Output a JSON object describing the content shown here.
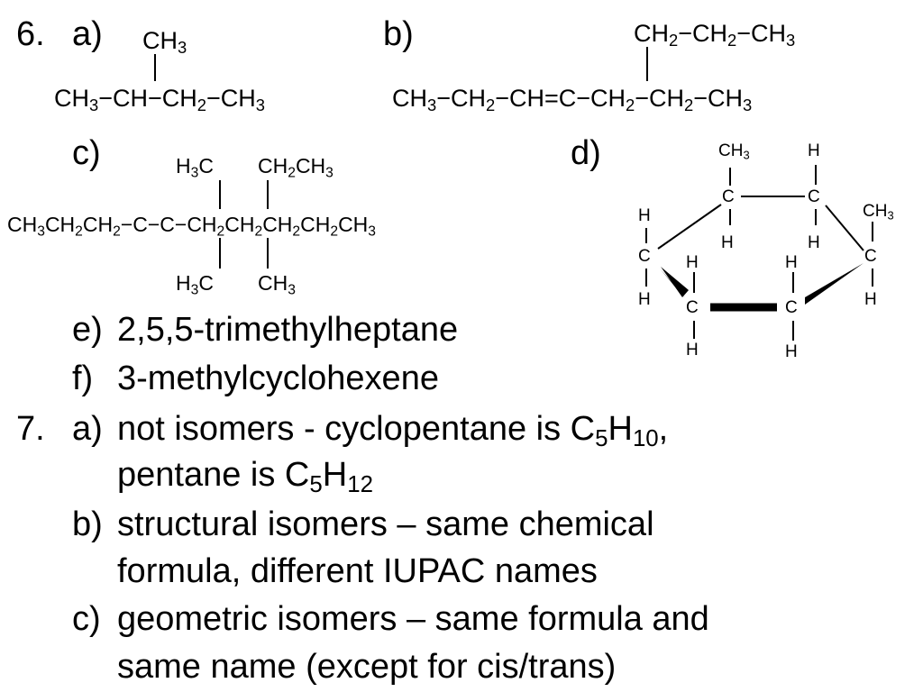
{
  "q6": {
    "number": "6.",
    "a": {
      "label": "a)",
      "branch": [
        "CH",
        "3"
      ],
      "chain": [
        "CH",
        "3",
        "−CH−CH",
        "2",
        "−CH",
        "3"
      ]
    },
    "b": {
      "label": "b)",
      "branch": [
        "CH",
        "2",
        "−CH",
        "2",
        "−CH",
        "3"
      ],
      "chain": [
        "CH",
        "3",
        "−CH",
        "2",
        "−CH=C−CH",
        "2",
        "−CH",
        "2",
        "−CH",
        "3"
      ]
    },
    "c": {
      "label": "c)",
      "top_left": [
        "H",
        "3",
        "C"
      ],
      "top_right": [
        "CH",
        "2",
        "CH",
        "3"
      ],
      "chain": [
        "CH",
        "3",
        "CH",
        "2",
        "CH",
        "2",
        "−C−C−CH",
        "2",
        "CH",
        "2",
        "CH",
        "2",
        "CH",
        "2",
        "CH",
        "3"
      ],
      "bottom_left": [
        "H",
        "3",
        "C"
      ],
      "bottom_right": [
        "CH",
        "3"
      ]
    },
    "d": {
      "label": "d)",
      "methyl": [
        "CH",
        "3"
      ],
      "atom_C": "C",
      "atom_H": "H"
    },
    "e": {
      "label": "e)",
      "text": "2,5,5-trimethylheptane"
    },
    "f": {
      "label": "f)",
      "text": "3-methylcyclohexene"
    }
  },
  "q7": {
    "number": "7.",
    "a": {
      "label": "a)",
      "line1": [
        "not isomers - cyclopentane is C",
        "5",
        "H",
        "10",
        ","
      ],
      "line2": [
        "pentane is C",
        "5",
        "H",
        "12"
      ]
    },
    "b": {
      "label": "b)",
      "line1": "structural isomers – same chemical",
      "line2": "formula, different IUPAC names"
    },
    "c": {
      "label": "c)",
      "line1": "geometric isomers – same formula and",
      "line2": "same name (except for cis/trans)"
    }
  }
}
